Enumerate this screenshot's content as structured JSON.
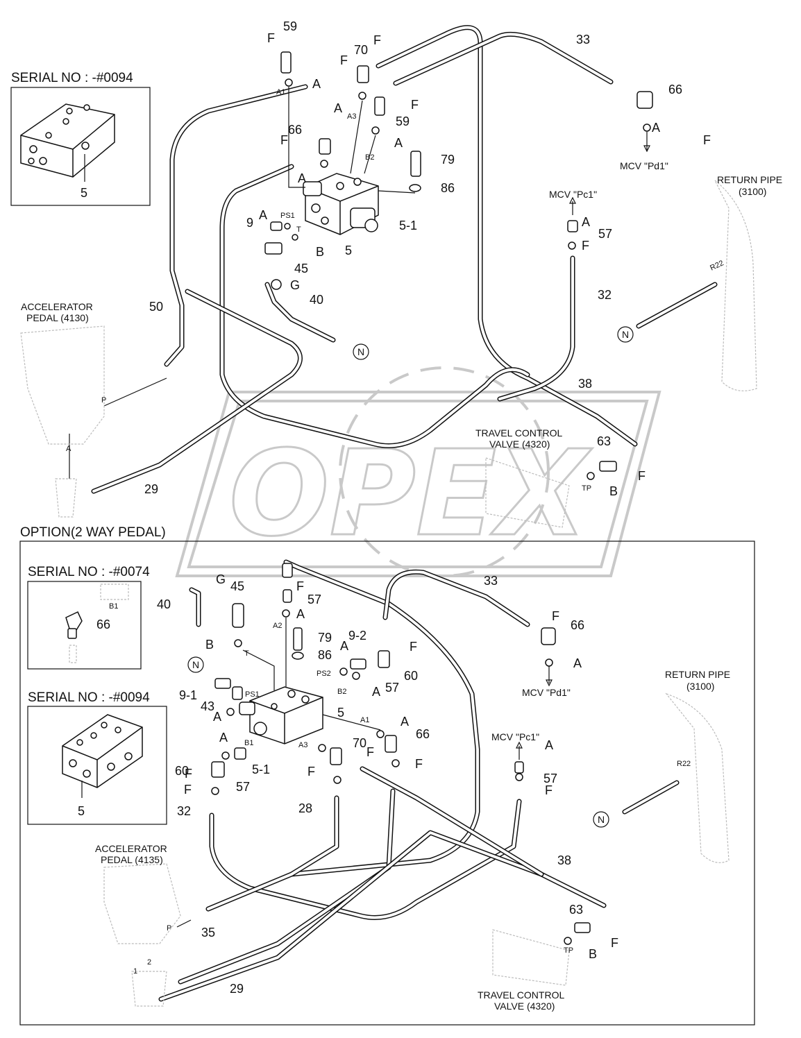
{
  "watermark": "OPEX",
  "upper": {
    "inset": {
      "title": "SERIAL NO : -#0094",
      "part": "5"
    },
    "accelerator": {
      "line1": "ACCELERATOR",
      "line2": "PEDAL (4130)"
    },
    "return_pipe": {
      "line1": "RETURN PIPE",
      "line2": "(3100)"
    },
    "travel_valve": {
      "line1": "TRAVEL CONTROL",
      "line2": "VALVE (4320)"
    },
    "mcv_pd1": "MCV \"Pd1\"",
    "mcv_pc1": "MCV \"Pc1\"",
    "ports": [
      "A1",
      "A3",
      "B2",
      "PS1",
      "T",
      "P",
      "A",
      "R22",
      "TP"
    ],
    "numbers": [
      "59",
      "70",
      "33",
      "66",
      "59",
      "66",
      "79",
      "86",
      "5-1",
      "5",
      "9",
      "45",
      "40",
      "50",
      "57",
      "32",
      "38",
      "63",
      "29"
    ],
    "letters": [
      "F",
      "F",
      "F",
      "F",
      "A",
      "A",
      "A",
      "A",
      "F",
      "A",
      "A",
      "F",
      "A",
      "F",
      "B",
      "G",
      "F",
      "B"
    ],
    "n_markers": [
      "N",
      "N"
    ]
  },
  "lower": {
    "title": "OPTION(2 WAY PEDAL)",
    "inset1": {
      "title": "SERIAL NO : -#0074",
      "port": "B1",
      "part": "66"
    },
    "inset2": {
      "title": "SERIAL NO : -#0094",
      "part": "5"
    },
    "accelerator": {
      "line1": "ACCELERATOR",
      "line2": "PEDAL (4135)"
    },
    "return_pipe": {
      "line1": "RETURN PIPE",
      "line2": "(3100)"
    },
    "travel_valve": {
      "line1": "TRAVEL CONTROL",
      "line2": "VALVE (4320)"
    },
    "mcv_pd1": "MCV \"Pd1\"",
    "mcv_pc1": "MCV \"Pc1\"",
    "ports": [
      "A2",
      "T",
      "PS2",
      "B2",
      "PS1",
      "A1",
      "B1",
      "A3",
      "P",
      "1",
      "2",
      "R22",
      "TP"
    ],
    "numbers": [
      "45",
      "40",
      "57",
      "79",
      "86",
      "9-2",
      "60",
      "57",
      "33",
      "66",
      "9-1",
      "43",
      "5",
      "66",
      "70",
      "5-1",
      "60",
      "57",
      "28",
      "32",
      "57",
      "38",
      "63",
      "35",
      "29"
    ],
    "letters": [
      "G",
      "F",
      "A",
      "B",
      "A",
      "F",
      "A",
      "F",
      "A",
      "A",
      "A",
      "A",
      "F",
      "F",
      "F",
      "F",
      "F",
      "A",
      "F",
      "B",
      "F"
    ],
    "n_markers": [
      "N",
      "N"
    ]
  }
}
